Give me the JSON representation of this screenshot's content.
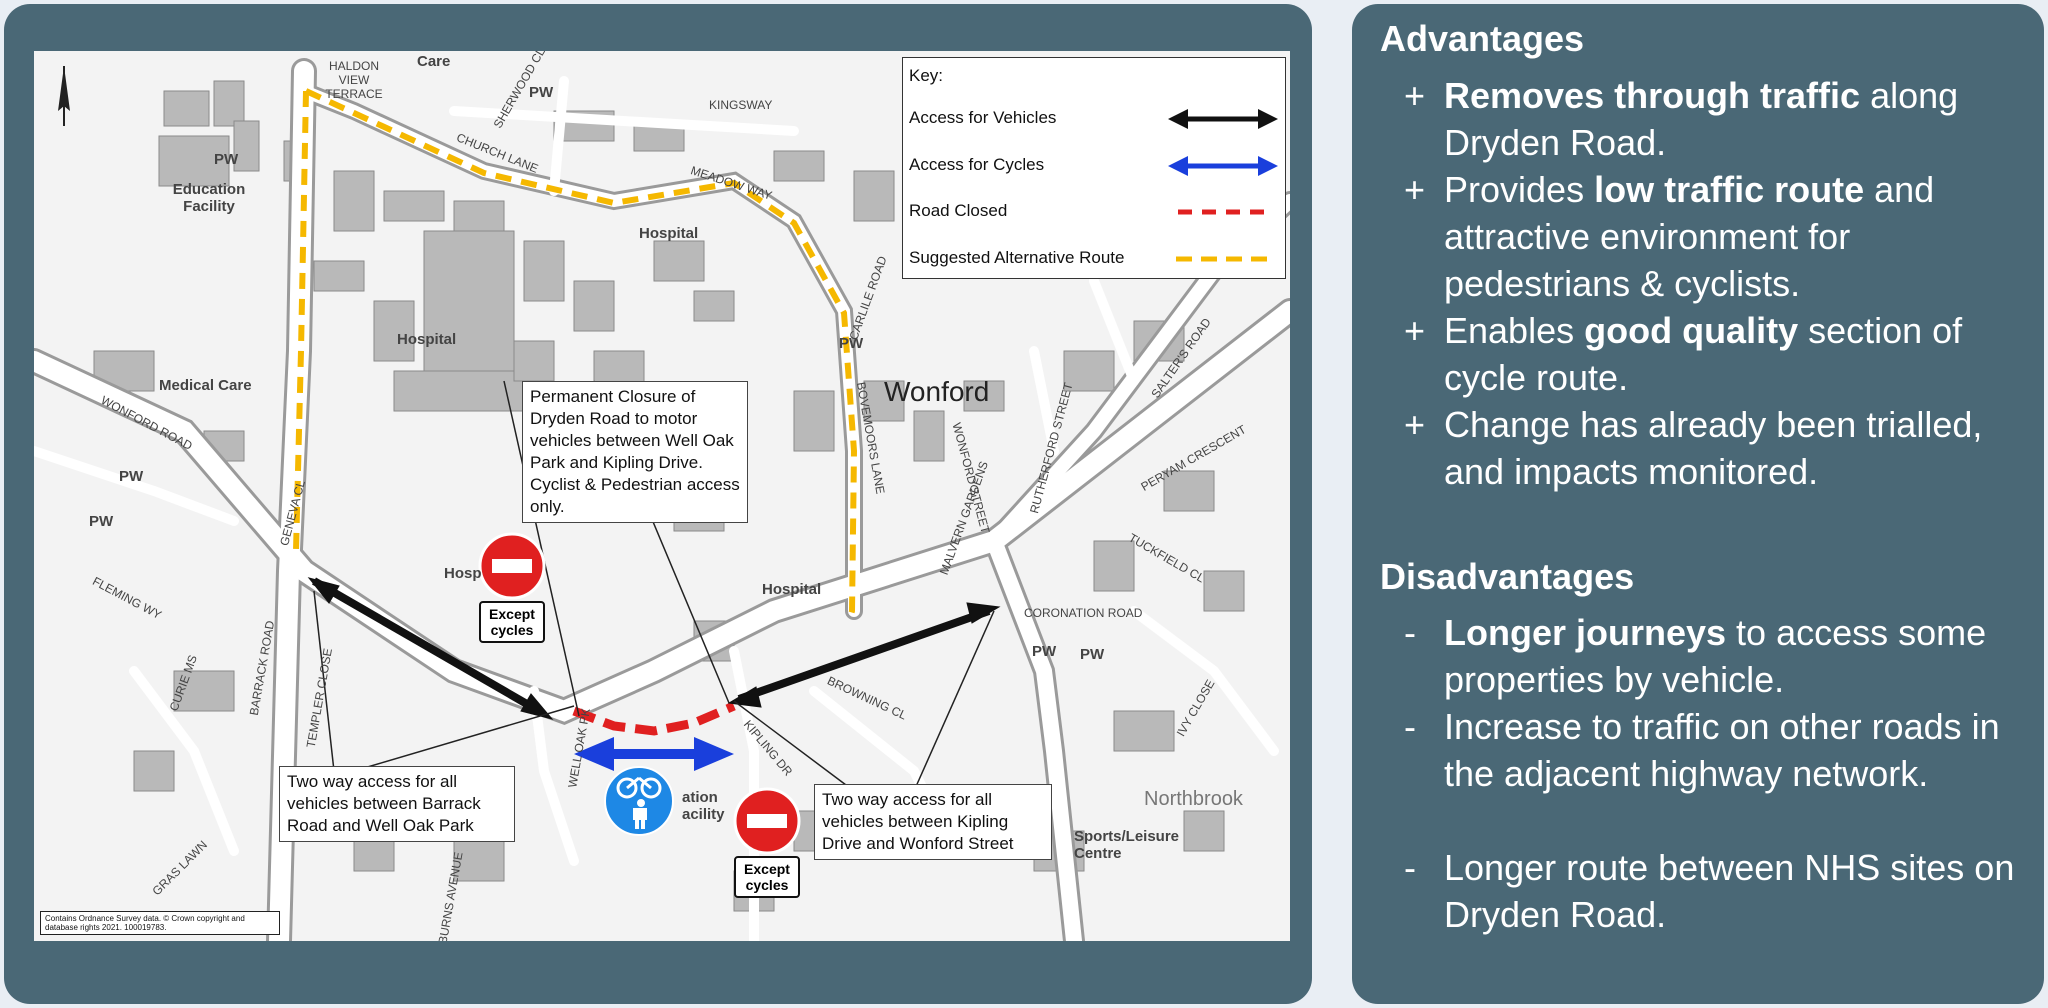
{
  "map": {
    "key": {
      "title": "Key:",
      "items": [
        {
          "label": "Access for Vehicles",
          "symbol": "black-double-arrow"
        },
        {
          "label": "Access for Cycles",
          "symbol": "blue-double-arrow"
        },
        {
          "label": "Road Closed",
          "symbol": "red-dashed-x-line"
        },
        {
          "label": "Suggested Alternative Route",
          "symbol": "orange-dashed-line"
        }
      ]
    },
    "callouts": {
      "closure": "Permanent Closure of Dryden Road to motor vehicles between Well Oak Park and Kipling Drive. Cyclist & Pedestrian access only.",
      "west_access": "Two way access for all vehicles between Barrack Road and Well Oak Park",
      "east_access": "Two way access for all vehicles between Kipling Drive and Wonford Street"
    },
    "signs": {
      "except_cycles": "Except cycles"
    },
    "place_names": {
      "wonford": "Wonford",
      "northbrook": "Northbrook"
    },
    "area_labels": {
      "care": "Care",
      "pw1": "PW",
      "pw2": "PW",
      "pw3": "PW",
      "pw4": "PW",
      "pw5": "PW",
      "pw6": "PW",
      "pw7": "PW",
      "education1": "Education Facility",
      "education2": "ation acility",
      "hospital1": "Hospital",
      "hospital2": "Hospital",
      "hospital3": "Hospital",
      "hospital4": "Hosp",
      "medical": "Medical Care",
      "sports": "Sports/Leisure Centre"
    },
    "street_labels": {
      "haldon": "HALDON VIEW TERRACE",
      "church_lane": "CHURCH LANE",
      "kingsway": "KINGSWAY",
      "meadow_way": "MEADOW WAY",
      "wonford_road": "WONFORD ROAD",
      "fleming": "FLEMING WY",
      "curie": "CURIE MS",
      "barrack": "BARRACK ROAD",
      "templer": "TEMPLER CLOSE",
      "gras_lawn": "GRAS LAWN",
      "well_oak": "WELL OAK PK",
      "kipling": "KIPLING DR",
      "bovemoors": "BOVEMOORS LANE",
      "carlile": "CARLILE ROAD",
      "wonford_street": "WONFORD STREET",
      "rutherford": "RUTHERFORD STREET",
      "salters": "SALTER'S ROAD",
      "peryam": "PERYAM CRESCENT",
      "tuckfield": "TUCKFIELD CL",
      "coronation": "CORONATION ROAD",
      "ivy": "IVY CLOSE",
      "browning": "BROWNING CL",
      "burns": "BURNS AVENUE",
      "malvern": "MALVERN GARDENS",
      "geneva": "GENEVA CL",
      "sherwood": "SHERWOOD CL"
    },
    "copyright": "Contains Ordnance Survey data. © Crown copyright and database rights 2021. 100019783."
  },
  "advantages": {
    "title": "Advantages",
    "items": [
      {
        "marker": "+",
        "bold": "Removes through traffic",
        "rest": " along Dryden Road."
      },
      {
        "marker": "+",
        "pre": "Provides ",
        "bold": "low traffic route",
        "rest": " and attractive environment for pedestrians & cyclists."
      },
      {
        "marker": "+",
        "pre": "Enables ",
        "bold": "good quality",
        "rest": " section of cycle route."
      },
      {
        "marker": "+",
        "rest": "Change has already been trialled, and impacts monitored."
      }
    ]
  },
  "disadvantages": {
    "title": "Disadvantages",
    "items": [
      {
        "marker": "-",
        "bold": "Longer journeys",
        "rest": " to access some properties by vehicle."
      },
      {
        "marker": "-",
        "rest": "Increase to traffic on other roads in the adjacent highway network."
      },
      {
        "marker": "-",
        "rest": "Longer route between NHS sites on Dryden Road."
      }
    ]
  },
  "colors": {
    "panel": "#4a6876",
    "closure_red": "#e02020",
    "cycle_blue": "#1a3fdc",
    "alt_route": "#f5b800",
    "sign_blue": "#1e88e5"
  }
}
